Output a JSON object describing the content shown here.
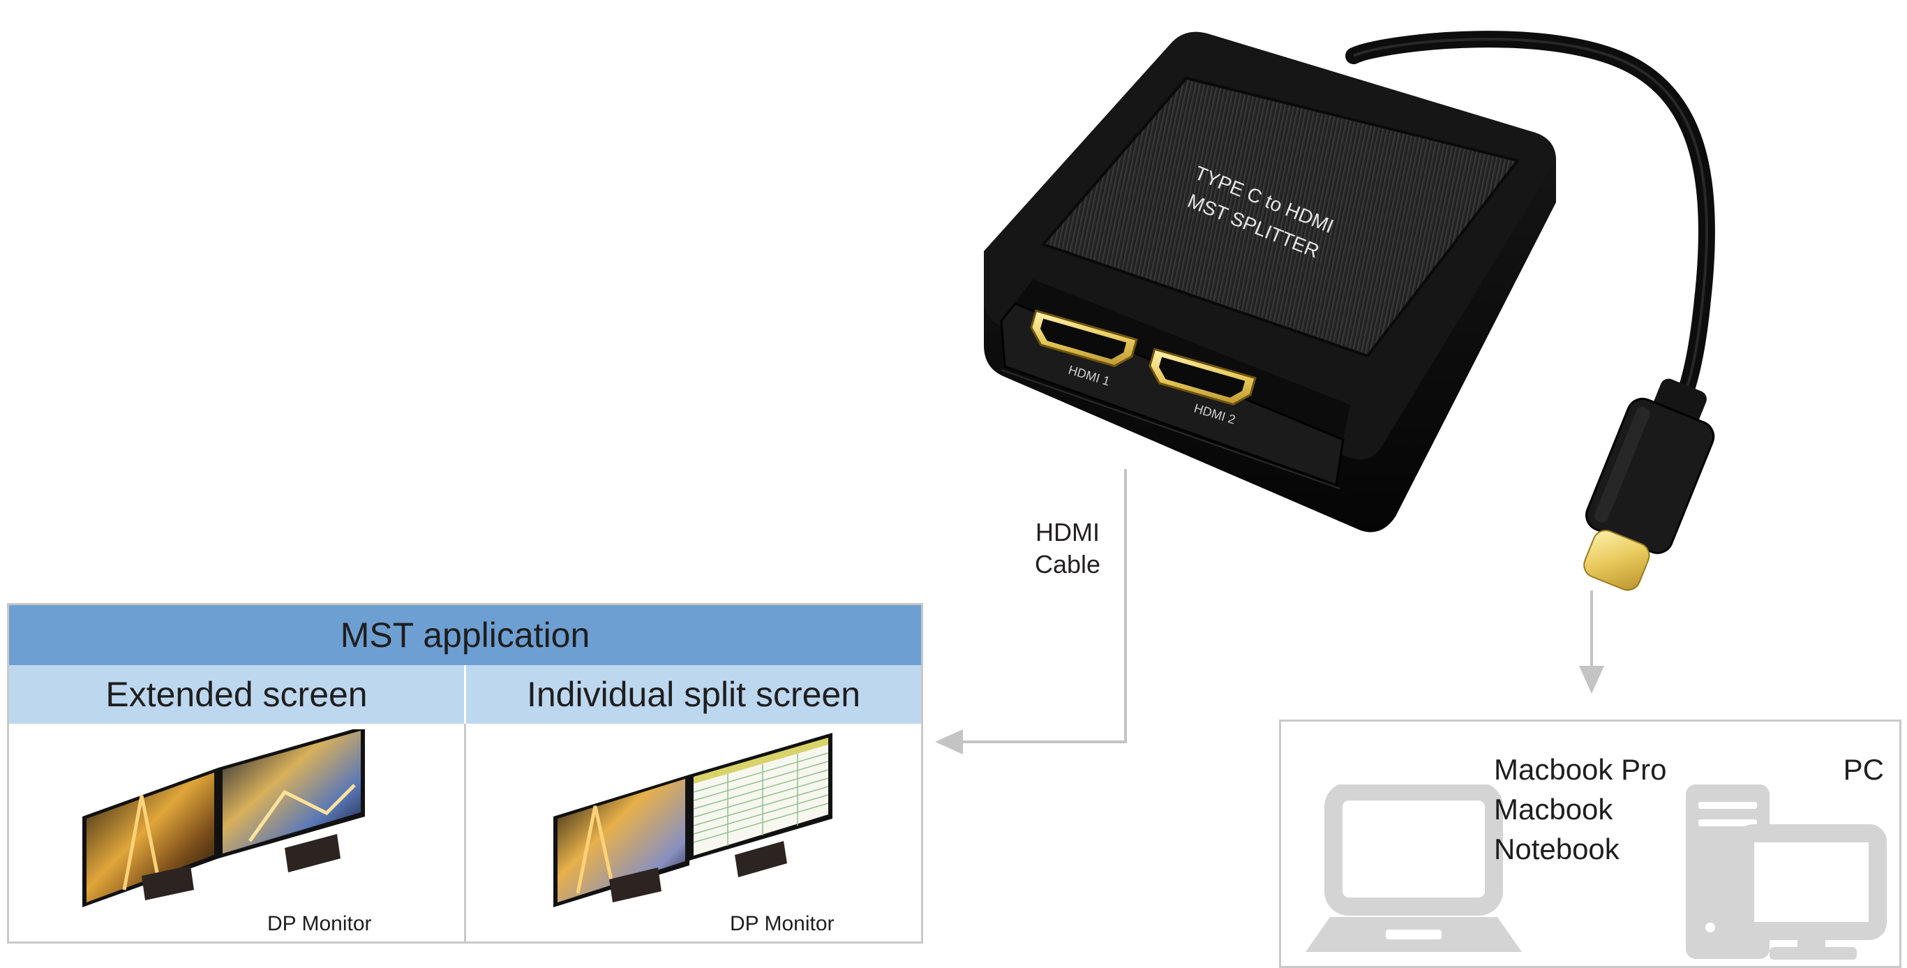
{
  "device": {
    "top_label_line1": "TYPE C to HDMI",
    "top_label_line2": "MST SPLITTER",
    "port1_label": "HDMI 1",
    "port2_label": "HDMI 2"
  },
  "cable": {
    "label_line1": "HDMI",
    "label_line2": "Cable"
  },
  "mst_table": {
    "title": "MST application",
    "columns": [
      {
        "heading": "Extended screen",
        "monitor_label": "DP Monitor"
      },
      {
        "heading": "Individual split screen",
        "monitor_label": "DP Monitor"
      }
    ]
  },
  "computers": {
    "laptop_names": [
      "Macbook Pro",
      "Macbook",
      "Notebook"
    ],
    "pc_label": "PC"
  },
  "colors": {
    "header_blue": "#6e9fd2",
    "subheader_blue": "#bdd7ef",
    "arrow_gray": "#c4c4c4",
    "icon_gray": "#d4d4d4",
    "device_black": "#111111"
  }
}
